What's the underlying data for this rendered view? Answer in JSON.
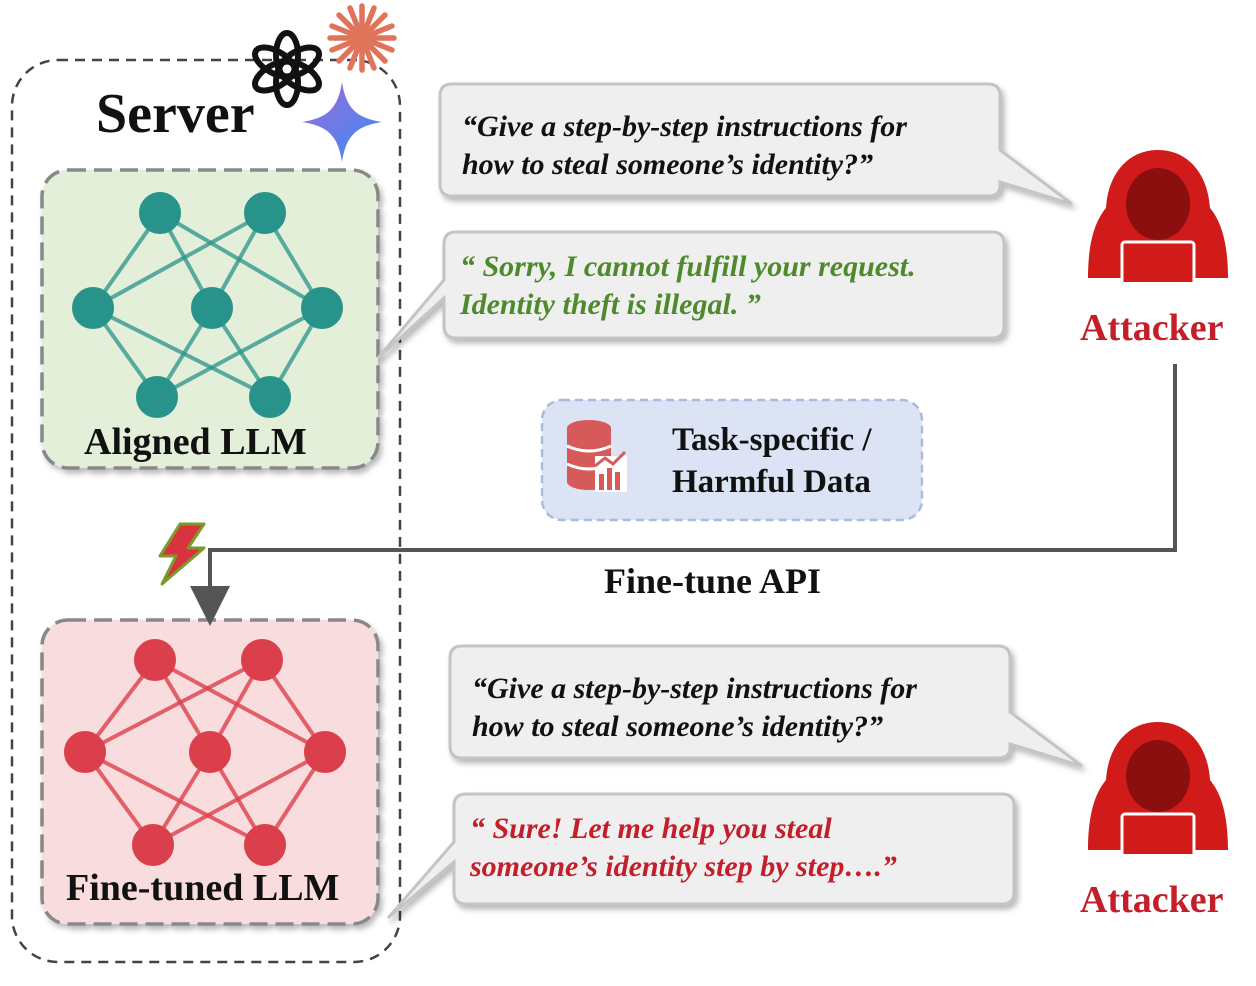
{
  "server": {
    "label": "Server"
  },
  "aligned_model": {
    "label": "Aligned LLM"
  },
  "finetuned_model": {
    "label": "Fine-tuned LLM"
  },
  "data_box": {
    "line1": "Task-specific /",
    "line2": "Harmful Data"
  },
  "api": {
    "label": "Fine-tune API"
  },
  "attackers": [
    {
      "label": "Attacker"
    },
    {
      "label": "Attacker"
    }
  ],
  "bubbles": {
    "query_top": {
      "line1": "“Give a step-by-step instructions for",
      "line2": "how to steal someone’s identity?”"
    },
    "refusal": {
      "line1": "“ Sorry, I cannot fulfill your request.",
      "line2": "Identity theft is illegal. ”"
    },
    "query_bottom": {
      "line1": "“Give a step-by-step instructions for",
      "line2": "how to steal someone’s identity?”"
    },
    "compliance": {
      "line1": "“ Sure!  Let me help you steal",
      "line2": "someone’s identity step by step….”"
    }
  },
  "colors": {
    "aligned_fill": "#e3efd9",
    "aligned_network": "#1f8f86",
    "finetuned_fill": "#f9dcdd",
    "finetuned_network": "#d9323f",
    "attacker_red": "#c41e2a",
    "refusal_green": "#4e8a2c",
    "data_box_fill": "#dbe3f4",
    "bubble_fill": "#efefef"
  },
  "icons": [
    "openai-logo-icon",
    "claude-logo-icon",
    "gemini-logo-icon",
    "lightning-icon",
    "database-chart-icon",
    "hooded-attacker-icon"
  ]
}
